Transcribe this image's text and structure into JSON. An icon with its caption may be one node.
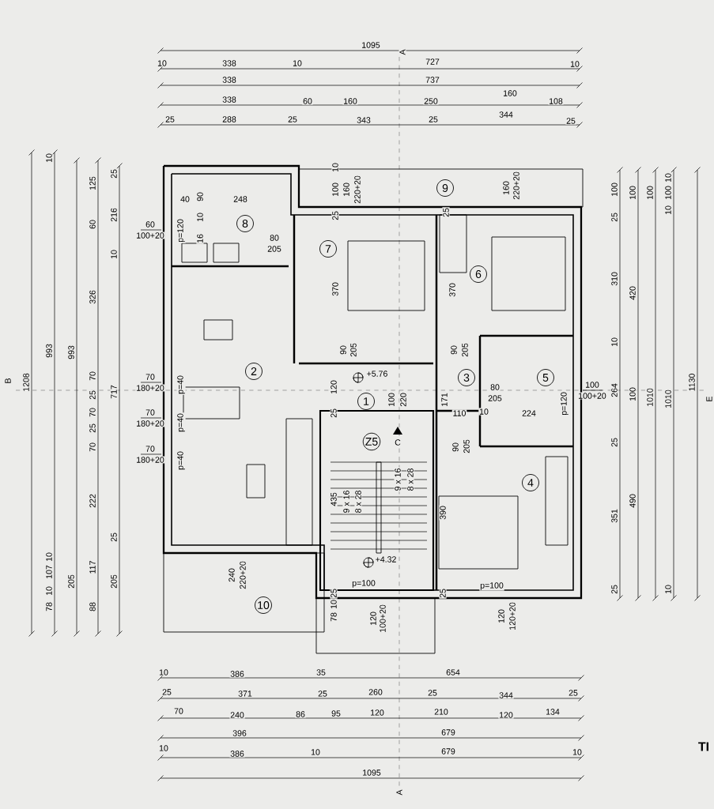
{
  "diagram": {
    "nodes": [
      {
        "text": [
          "9"
        ]
      },
      {
        "text": [
          "8"
        ]
      },
      {
        "text": [
          "7"
        ]
      },
      {
        "text": [
          "6"
        ]
      },
      {
        "text": [
          "2"
        ]
      },
      {
        "text": [
          "3"
        ]
      },
      {
        "text": [
          "5"
        ]
      },
      {
        "text": [
          "1"
        ]
      },
      {
        "text": [
          "Z5"
        ]
      },
      {
        "text": [
          "4"
        ]
      },
      {
        "text": [
          "10"
        ]
      }
    ],
    "labels": [
      "A",
      "1095",
      "10",
      "338",
      "10",
      "727",
      "10",
      "338",
      "737",
      "338",
      "60",
      "160",
      "250",
      "160",
      "108",
      "25",
      "288",
      "25",
      "343",
      "25",
      "344",
      "25",
      "B",
      "1208",
      "10",
      "993",
      "10",
      "107",
      "10",
      "78",
      "993",
      "205",
      "125",
      "60",
      "326",
      "70",
      "25",
      "70",
      "25",
      "70",
      "222",
      "117",
      "88",
      "25",
      "216",
      "10",
      "717",
      "25",
      "205",
      "60",
      "100+20",
      "70",
      "180+20",
      "70",
      "180+20",
      "70",
      "180+20",
      "E",
      "100",
      "25",
      "310",
      "10",
      "264",
      "25",
      "351",
      "25",
      "100",
      "420",
      "100",
      "490",
      "100",
      "1010",
      "10",
      "100",
      "10",
      "1010",
      "10",
      "1130",
      "100",
      "100+20",
      "10",
      "100",
      "160",
      "220+20",
      "40",
      "90",
      "248",
      "160",
      "220+20",
      "25",
      "25",
      "10",
      "p=120",
      "16",
      "80",
      "205",
      "370",
      "370",
      "90",
      "205",
      "90",
      "205",
      "+5.76",
      "p=40",
      "120",
      "80",
      "205",
      "100",
      "220",
      "171",
      "p=120",
      "25",
      "110",
      "10",
      "224",
      "p=40",
      "C",
      "90",
      "205",
      "p=40",
      "9 x 16",
      "8 x 28",
      "435",
      "9 x 16",
      "8 x 28",
      "390",
      "+4.32",
      "240",
      "220+20",
      "p=100",
      "p=100",
      "25",
      "25",
      "10",
      "78",
      "120",
      "100+20",
      "120",
      "120+20",
      "10",
      "386",
      "35",
      "654",
      "25",
      "371",
      "25",
      "260",
      "25",
      "344",
      "25",
      "70",
      "240",
      "86",
      "95",
      "120",
      "210",
      "120",
      "134",
      "396",
      "679",
      "10",
      "386",
      "10",
      "679",
      "10",
      "1095",
      "A",
      "TI"
    ]
  }
}
